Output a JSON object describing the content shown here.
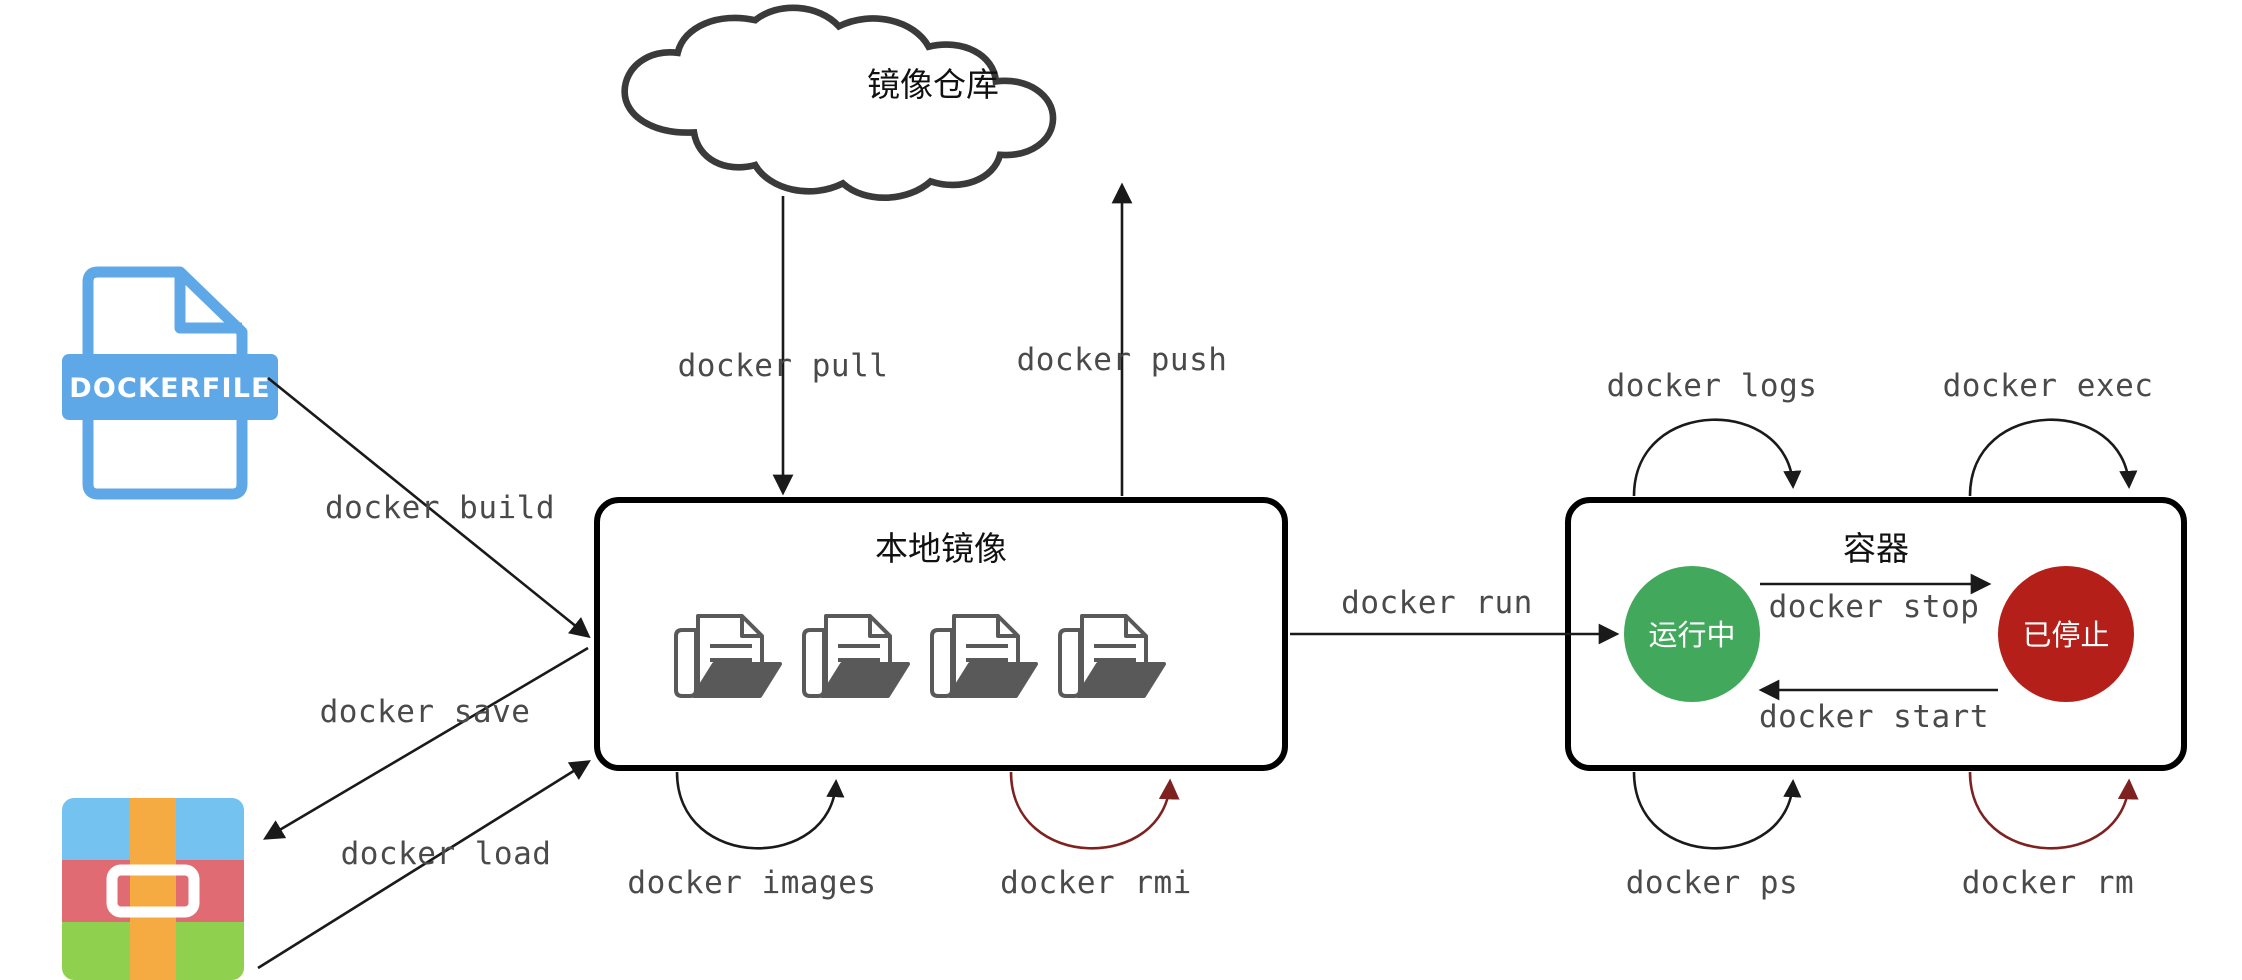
{
  "diagram": {
    "title": "Docker workflow diagram",
    "nodes": {
      "registry": {
        "label": "镜像仓库",
        "shape": "cloud"
      },
      "local_images": {
        "label": "本地镜像",
        "shape": "rounded-rect"
      },
      "container": {
        "label": "容器",
        "shape": "rounded-rect"
      },
      "dockerfile": {
        "label": "DOCKERFILE",
        "shape": "file-icon"
      },
      "archive": {
        "label": "",
        "shape": "package-icon"
      },
      "running": {
        "label": "运行中",
        "shape": "ellipse"
      },
      "stopped": {
        "label": "已停止",
        "shape": "ellipse"
      }
    },
    "edges": [
      {
        "id": "pull",
        "label": "docker pull",
        "from": "registry",
        "to": "local_images",
        "color": "#1a1a1a"
      },
      {
        "id": "push",
        "label": "docker push",
        "from": "local_images",
        "to": "registry",
        "color": "#1a1a1a"
      },
      {
        "id": "build",
        "label": "docker build",
        "from": "dockerfile",
        "to": "local_images",
        "color": "#1a1a1a"
      },
      {
        "id": "save",
        "label": "docker save",
        "from": "local_images",
        "to": "archive",
        "color": "#1a1a1a"
      },
      {
        "id": "load",
        "label": "docker load",
        "from": "archive",
        "to": "local_images",
        "color": "#1a1a1a"
      },
      {
        "id": "images",
        "label": "docker images",
        "from": "local_images",
        "to": "local_images",
        "color": "#1a1a1a"
      },
      {
        "id": "rmi",
        "label": "docker rmi",
        "from": "local_images",
        "to": "local_images",
        "color": "#7d2220"
      },
      {
        "id": "run",
        "label": "docker run",
        "from": "local_images",
        "to": "running",
        "color": "#1a1a1a"
      },
      {
        "id": "logs",
        "label": "docker logs",
        "from": "container",
        "to": "container",
        "color": "#1a1a1a"
      },
      {
        "id": "exec",
        "label": "docker exec",
        "from": "container",
        "to": "container",
        "color": "#1a1a1a"
      },
      {
        "id": "ps",
        "label": "docker ps",
        "from": "container",
        "to": "container",
        "color": "#1a1a1a"
      },
      {
        "id": "rm",
        "label": "docker rm",
        "from": "container",
        "to": "container",
        "color": "#7d2220"
      },
      {
        "id": "stop",
        "label": "docker stop",
        "from": "running",
        "to": "stopped",
        "color": "#1a1a1a"
      },
      {
        "id": "start",
        "label": "docker start",
        "from": "stopped",
        "to": "running",
        "color": "#1a1a1a"
      }
    ],
    "colors": {
      "running_fill": "#42a85c",
      "stopped_fill": "#b51f1a",
      "dockerfile_blue": "#5fa8e8",
      "folder_gray": "#595959",
      "archive_blue": "#74c2ef",
      "archive_red": "#e06b72",
      "archive_green": "#8fd14f",
      "archive_orange": "#f5ab42",
      "edge_black": "#1a1a1a",
      "edge_red": "#7d2220",
      "outline": "#000000",
      "cloud_outline": "#3a3a3a"
    },
    "image_count": 4
  }
}
